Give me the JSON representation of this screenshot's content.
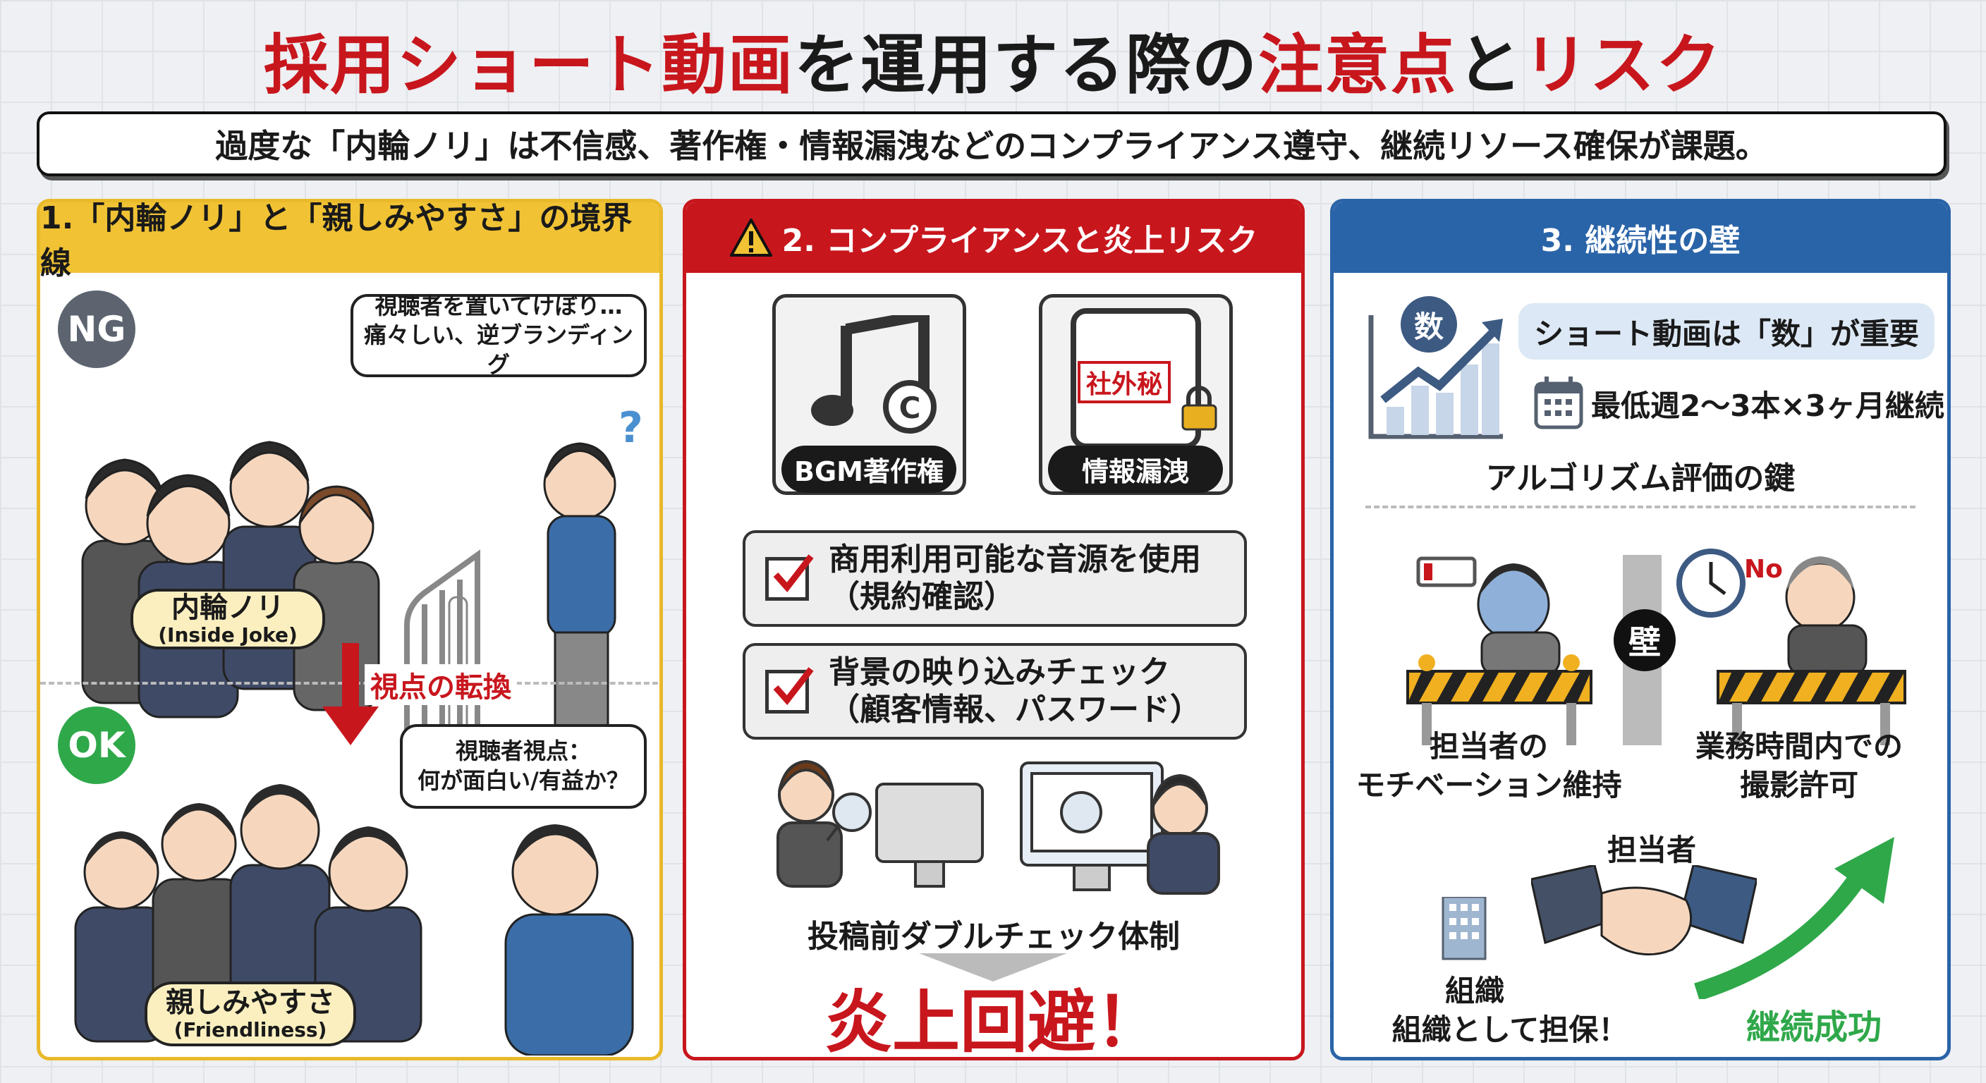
{
  "header": {
    "title_parts": [
      {
        "text": "採用ショート動画",
        "color": "red"
      },
      {
        "text": "を運用する際の",
        "color": "black"
      },
      {
        "text": "注意点",
        "color": "red"
      },
      {
        "text": "と",
        "color": "black"
      },
      {
        "text": "リスク",
        "color": "red"
      }
    ],
    "subtitle": "過度な「内輪ノリ」は不信感、著作権・情報漏洩などのコンプライアンス遵守、継続リソース確保が課題。"
  },
  "colors": {
    "red": "#c8161d",
    "yellow": "#f0c234",
    "blue": "#2a64a8",
    "green": "#2fa84a"
  },
  "panel1": {
    "title": "1.「内輪ノリ」と「親しみやすさ」の境界線",
    "ng_badge": "NG",
    "ng_bubble": [
      "視聴者を置いてけぼり…",
      "痛々しい、逆ブランディング"
    ],
    "ng_label": "内輪ノリ",
    "ng_label_en": "(Inside Joke)",
    "shift": "視点の転換",
    "ok_badge": "OK",
    "ok_bubble": [
      "視聴者視点：",
      "何が面白い/有益か？"
    ],
    "ok_label": "親しみやすさ",
    "ok_label_en": "(Friendliness)"
  },
  "panel2": {
    "title": "2. コンプライアンスと炎上リスク",
    "warning_icon": "warning-triangle-icon",
    "icon1_label": "BGM著作権",
    "icon2_label": "情報漏洩",
    "stamp": "社外秘",
    "checks": [
      {
        "line1": "商用利用可能な音源を使用",
        "line2": "（規約確認）"
      },
      {
        "line1": "背景の映り込みチェック",
        "line2": "（顧客情報、パスワード）"
      }
    ],
    "double_check": "投稿前ダブルチェック体制",
    "result": "炎上回避！"
  },
  "panel3": {
    "title": "3. 継続性の壁",
    "badge": "数",
    "pill": "ショート動画は「数」が重要",
    "frequency": "最低週2〜3本×3ヶ月継続",
    "key": "アルゴリズム評価の鍵",
    "wall": "壁",
    "no": "No",
    "left_caption": [
      "担当者の",
      "モチベーション維持"
    ],
    "right_caption": [
      "業務時間内での",
      "撮影許可"
    ],
    "person_label": "担当者",
    "org_label": "組織",
    "org_caption": "組織として担保！",
    "success": "継続成功"
  }
}
